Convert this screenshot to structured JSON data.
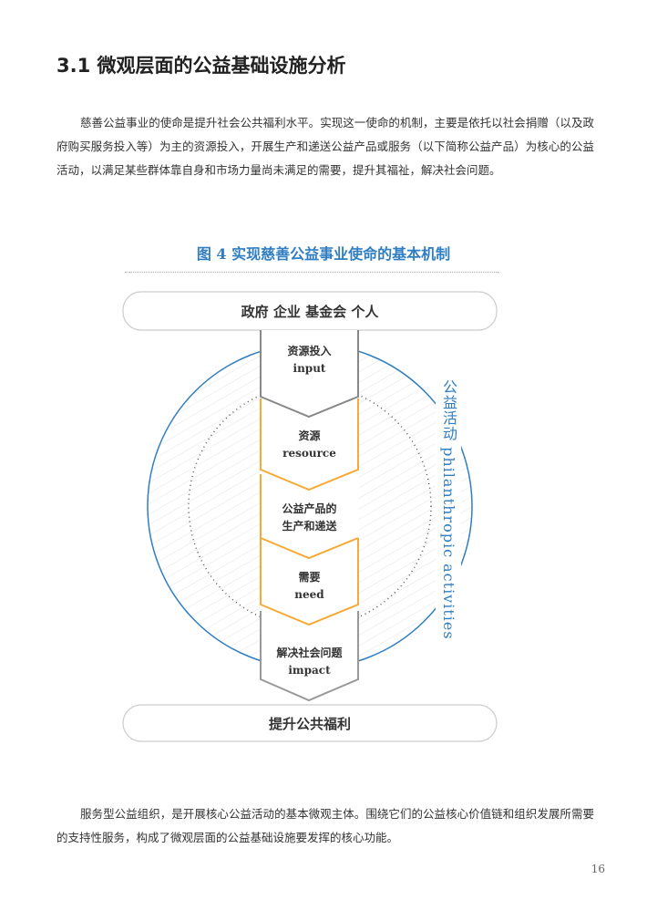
{
  "heading": "3.1 微观层面的公益基础设施分析",
  "para1": "慈善公益事业的使命是提升社会公共福利水平。实现这一使命的机制，主要是依托以社会捐赠（以及政府购买服务投入等）为主的资源投入，开展生产和递送公益产品或服务（以下简称公益产品）为核心的公益活动，以满足某些群体靠自身和市场力量尚未满足的需要，提升其福祉，解决社会问题。",
  "figure": {
    "title": "图 4 实现慈善公益事业使命的基本机制",
    "top_bar": "政府  企业  基金会  个人",
    "bottom_bar": "提升公共福利",
    "side_label": "公益活动 philanthropic activities",
    "steps": [
      {
        "zh": "资源投入",
        "en": "input"
      },
      {
        "zh": "资源",
        "en": "resource"
      },
      {
        "zh": "公益产品的",
        "en": "生产和递送"
      },
      {
        "zh": "需要",
        "en": "need"
      },
      {
        "zh": "解决社会问题",
        "en": "impact"
      }
    ],
    "colors": {
      "blue": "#2f7ec1",
      "orange": "#f6a934",
      "gray": "#8a8a8a"
    }
  },
  "para2": "服务型公益组织，是开展核心公益活动的基本微观主体。围绕它们的公益核心价值链和组织发展所需要的支持性服务，构成了微观层面的公益基础设施要发挥的核心功能。",
  "page_number": "16"
}
